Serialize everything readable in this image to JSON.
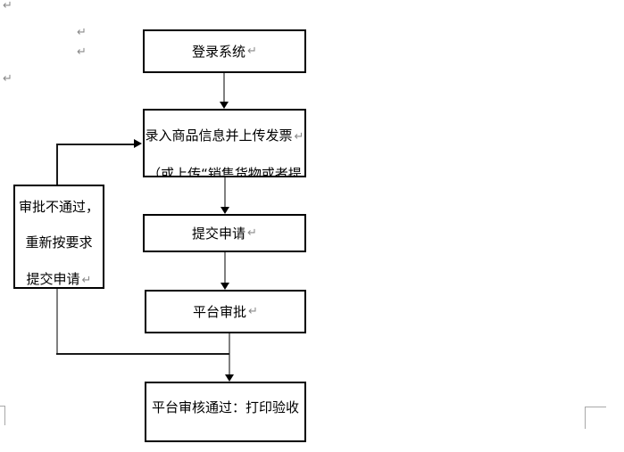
{
  "document": {
    "type": "word-flowchart-page",
    "paragraph_mark": "↵"
  },
  "colors": {
    "background": "#ffffff",
    "box_border": "#000000",
    "text": "#000000",
    "connector_gray": "#808080",
    "connector_dark": "#1a1a1a",
    "arrowhead": "#000000",
    "paragraph_mark_gray": "#8a8a8a",
    "boundary_mark_gray": "#a8a8a8"
  },
  "flowchart": {
    "login": {
      "text": "登录系统"
    },
    "upload": {
      "line1": "录入商品信息并上传发票",
      "line2": "（或上传“销售货物或者提"
    },
    "submit": {
      "text": "提交申请"
    },
    "approve": {
      "text": "平台审批"
    },
    "final": {
      "text": "平台审核通过：打印验收"
    },
    "reject": {
      "line1": "审批不通过，",
      "line2": "重新按要求",
      "line3": "提交申请"
    }
  }
}
